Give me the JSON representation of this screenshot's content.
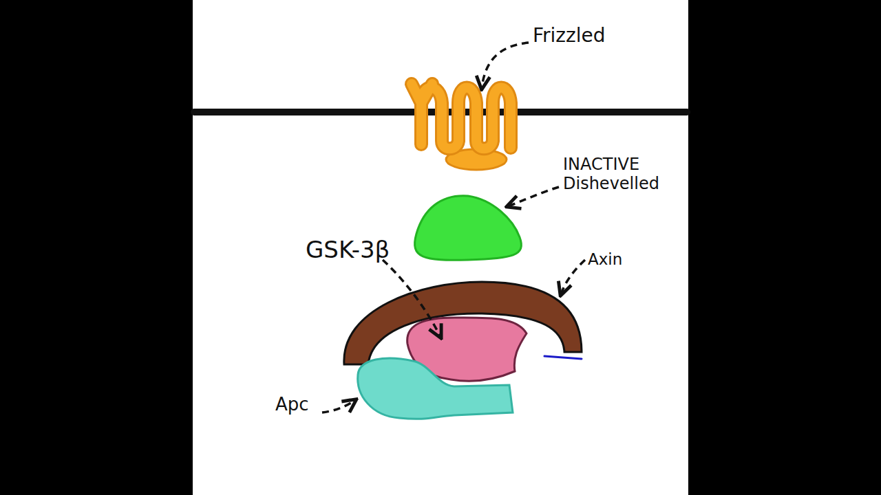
{
  "diagram": {
    "labels": [
      "Frizzled",
      "INACTIVE Dishevelled",
      "GSK-3β",
      "Axin",
      "Apc"
    ]
  }
}
